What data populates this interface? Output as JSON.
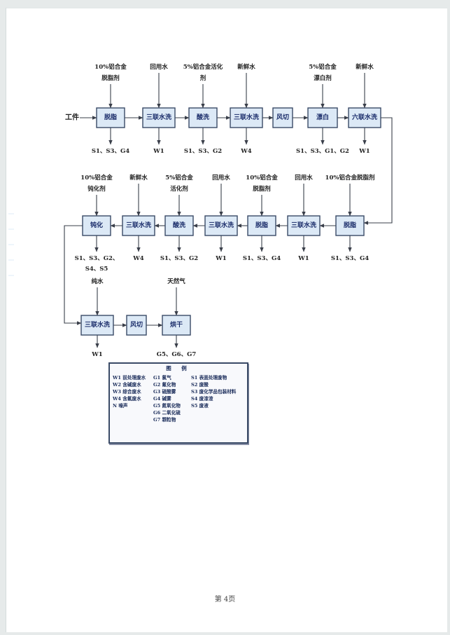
{
  "diagram": {
    "start_label": "工件",
    "row1": {
      "steps": [
        {
          "name": "脱脂",
          "input": [
            "10%铝合金",
            "脱脂剂"
          ],
          "output": [
            "S1、S3、G4"
          ]
        },
        {
          "name": "三联水洗",
          "input": [
            "回用水"
          ],
          "output": [
            "W1"
          ]
        },
        {
          "name": "酸洗",
          "input": [
            "5%铝合金活化",
            "剂"
          ],
          "output": [
            "S1、S3、G2"
          ]
        },
        {
          "name": "三联水洗",
          "input": [
            "新鲜水"
          ],
          "output": [
            "W4"
          ]
        },
        {
          "name": "风切",
          "input": [],
          "output": []
        },
        {
          "name": "漂白",
          "input": [
            "5%铝合金",
            "漂白剂"
          ],
          "output": [
            "S1、S3、G1、G2"
          ]
        },
        {
          "name": "六联水洗",
          "input": [
            "新鲜水"
          ],
          "output": [
            "W1"
          ]
        }
      ]
    },
    "row2": {
      "steps": [
        {
          "name": "脱脂",
          "input": [
            "10%铝合金脱脂剂"
          ],
          "output": [
            "S1、S3、G4"
          ]
        },
        {
          "name": "三联水洗",
          "input": [
            "回用水"
          ],
          "output": [
            "W1"
          ]
        },
        {
          "name": "脱脂",
          "input": [
            "10%铝合金",
            "脱脂剂"
          ],
          "output": [
            "S1、S3、G4"
          ]
        },
        {
          "name": "三联水洗",
          "input": [
            "回用水"
          ],
          "output": [
            "W1"
          ]
        },
        {
          "name": "酸洗",
          "input": [
            "5%铝合金",
            "活化剂"
          ],
          "output": [
            "S1、S3、G2"
          ]
        },
        {
          "name": "三联水洗",
          "input": [
            "新鲜水"
          ],
          "output": [
            "W4"
          ]
        },
        {
          "name": "钝化",
          "input": [
            "10%铝合金",
            "钝化剂"
          ],
          "output": [
            "S1、S3、G2、",
            "S4、S5"
          ]
        }
      ]
    },
    "row3": {
      "steps": [
        {
          "name": "三联水洗",
          "input": [
            "纯水"
          ],
          "output": [
            "W1"
          ]
        },
        {
          "name": "风切",
          "input": [],
          "output": []
        },
        {
          "name": "烘干",
          "input": [
            "天然气"
          ],
          "output": [
            "G5、G6、G7"
          ]
        }
      ]
    },
    "colors": {
      "box_fill": "#dce9f6",
      "box_stroke": "#3a4a66",
      "box_text": "#1a2c6a",
      "line": "#3a3f4a"
    }
  },
  "legend": {
    "title": "图 例",
    "col1": [
      "W1 前处理废水",
      "W2 含碱废水",
      "W3 综合废水",
      "W4 含氟废水",
      "N  噪声"
    ],
    "col2": [
      "G1 氯气",
      "G2 氟化物",
      "G3 硫酸雾",
      "G4 碱雾",
      "G5 氮氧化物",
      "G6 二氧化硫",
      "G7 颗粒物"
    ],
    "col3": [
      "S1 表面处理废物",
      "S2 废酸",
      "S3 废化学品包装材料",
      "S4 废漆渣",
      "S5 废液"
    ]
  },
  "footer": {
    "page_number": "第 4页"
  }
}
